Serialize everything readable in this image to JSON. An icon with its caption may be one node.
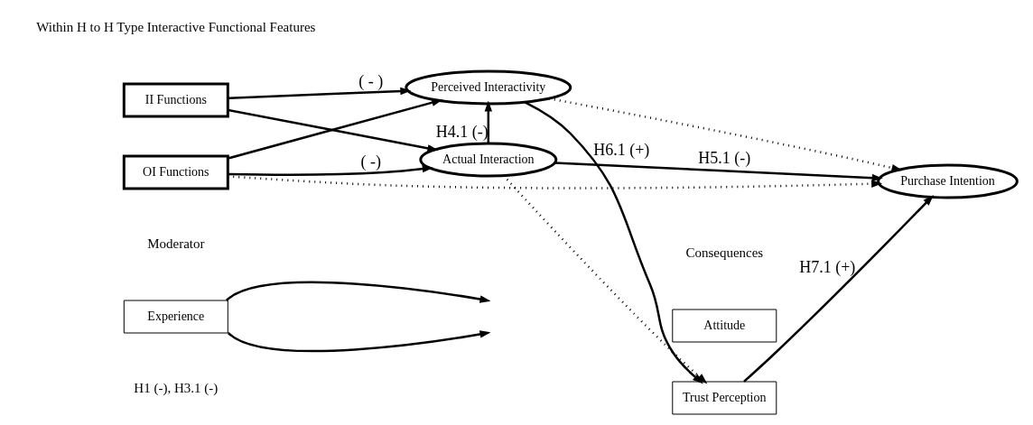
{
  "diagram": {
    "nodes": [
      {
        "text": [
          "II Functions"
        ]
      },
      {
        "text": [
          "OI Functions"
        ]
      },
      {
        "text": [
          "Perceived Interactivity"
        ]
      },
      {
        "text": [
          "Actual Interaction"
        ]
      },
      {
        "text": [
          "Attitude"
        ]
      },
      {
        "text": [
          "Trust Perception"
        ]
      },
      {
        "text": [
          "Purchase Intention"
        ]
      },
      {
        "text": [
          "Experience"
        ]
      }
    ],
    "edges": [
      {
        "from": 0,
        "to": 2,
        "arrow": "to",
        "label": "( - )"
      },
      {
        "from": 1,
        "to": 2,
        "arrow": "to"
      },
      {
        "from": 0,
        "to": 3,
        "arrow": "to"
      },
      {
        "from": 1,
        "to": 3,
        "arrow": "to",
        "label": "( -)"
      },
      {
        "from": 1,
        "to": 6,
        "arrow": "to",
        "style": "dashed"
      },
      {
        "from": 7,
        "to": null,
        "arrow": "to"
      },
      {
        "from": 7,
        "to": null,
        "arrow": "to"
      },
      {
        "from": 3,
        "to": 2,
        "arrow": "to",
        "label": "H4.1 (-)"
      },
      {
        "from": 2,
        "to": 5,
        "arrow": "to",
        "label": "H6.1 (+)"
      },
      {
        "from": 2,
        "to": 6,
        "arrow": "to",
        "style": "dashed"
      },
      {
        "from": 3,
        "to": 5,
        "arrow": "to",
        "style": "dashed"
      },
      {
        "from": 3,
        "to": 6,
        "arrow": "to",
        "label": "H5.1 (-)"
      },
      {
        "from": 5,
        "to": 6,
        "arrow": "to",
        "label": "H7.1 (+)"
      }
    ],
    "labels": [
      "Consequences",
      "Within H to H Type Interactive Functional Features",
      "Moderator",
      "H1 (-), H3.1 (-)"
    ]
  }
}
